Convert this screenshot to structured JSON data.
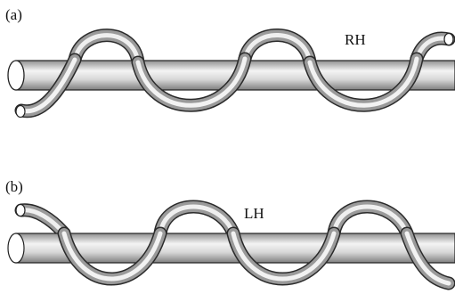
{
  "panels": [
    {
      "label": "(a)",
      "handedness": "RH"
    },
    {
      "label": "(b)",
      "handedness": "LH"
    }
  ],
  "colors": {
    "rod_light": "#ededed",
    "rod_dark": "#8a8a8a",
    "wire_light": "#f2f2f2",
    "wire_dark": "#7a7a7a",
    "outline": "#222222"
  }
}
